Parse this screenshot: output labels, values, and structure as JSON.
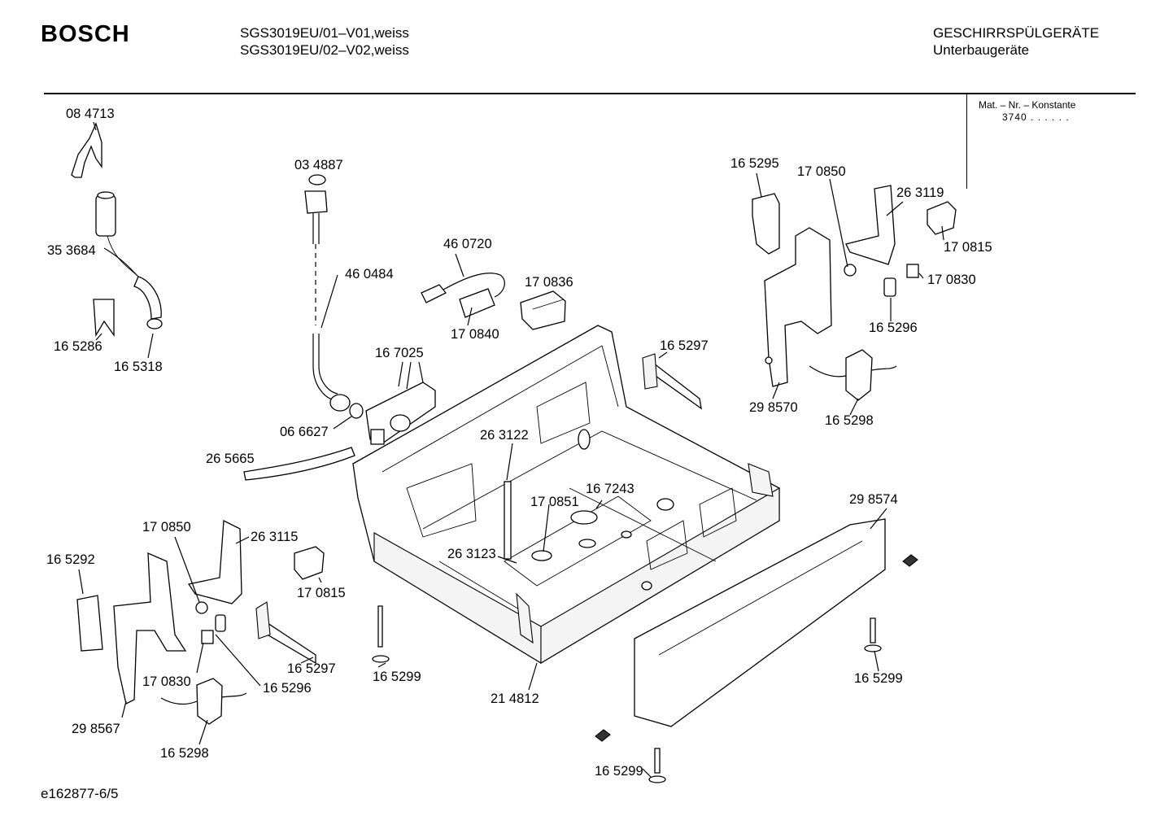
{
  "header": {
    "brand": "BOSCH",
    "model_line_1": "SGS3019EU/01–V01,weiss",
    "model_line_2": "SGS3019EU/02–V02,weiss",
    "category_line_1": "GESCHIRRSPÜLGERÄTE",
    "category_line_2": "Unterbaugeräte"
  },
  "constant_box": {
    "title": "Mat. – Nr. – Konstante",
    "value": "3740  .  .    .  .  .  ."
  },
  "footer": {
    "drawing_id": "e162877-6/5"
  },
  "part_labels": [
    "08 4713",
    "35 3684",
    "16 5286",
    "16 5318",
    "03 4887",
    "46 0484",
    "46 0720",
    "17 0840",
    "17 0836",
    "16 7025",
    "06 6627",
    "26 5665",
    "16 5295",
    "17 0850",
    "26 3119",
    "17 0815",
    "17 0830",
    "16 5296",
    "16 5297",
    "29 8570",
    "16 5298",
    "26 3122",
    "17 0851",
    "16 7243",
    "26 3123",
    "29 8574",
    "16 5299",
    "16 5299",
    "16 5299",
    "21 4812",
    "16 5292",
    "17 0850",
    "26 3115",
    "17 0815",
    "17 0830",
    "16 5297",
    "16 5296",
    "29 8567",
    "16 5298"
  ]
}
